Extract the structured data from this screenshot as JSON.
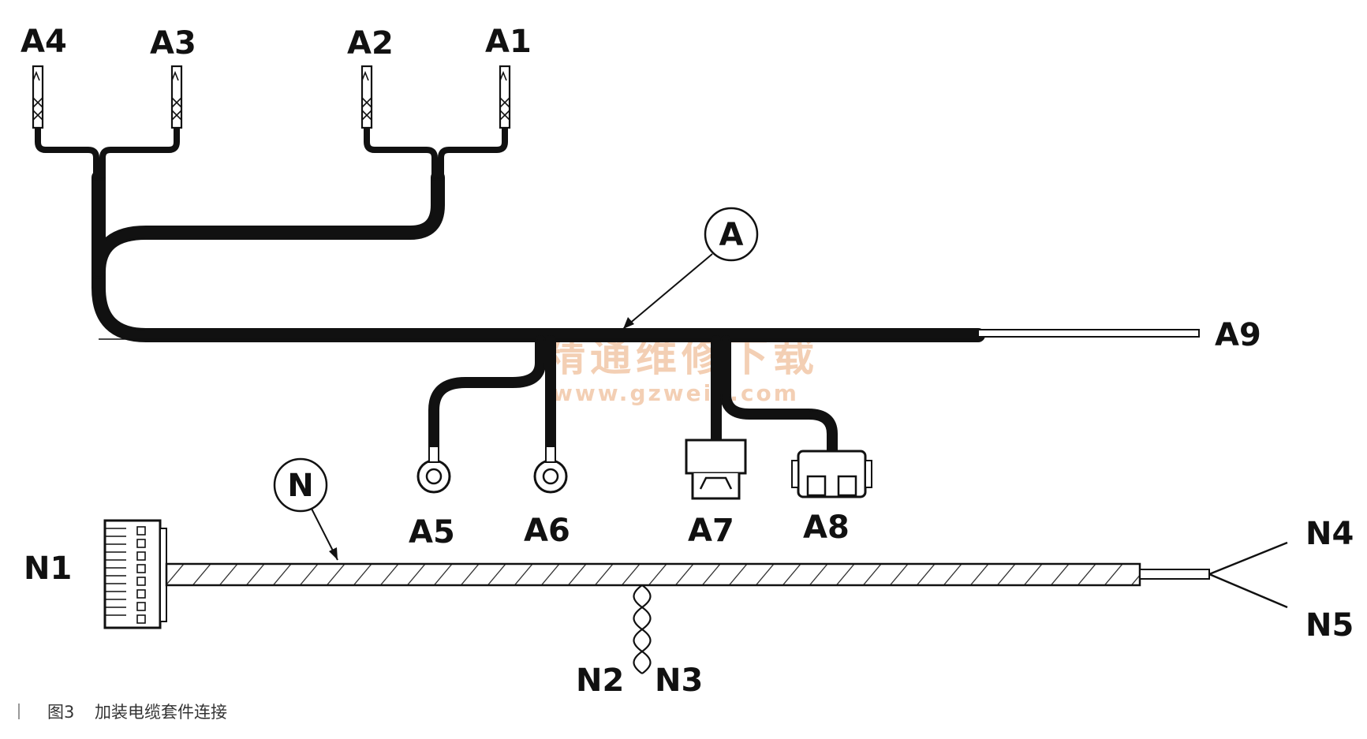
{
  "figure": {
    "caption_number": "图3",
    "caption_text": "加装电缆套件连接"
  },
  "watermark": {
    "line1": "精通维修下载",
    "line2": "www.gzweix.com"
  },
  "harness_a": {
    "callout": "A",
    "labels": {
      "a1": "A1",
      "a2": "A2",
      "a3": "A3",
      "a4": "A4",
      "a5": "A5",
      "a6": "A6",
      "a7": "A7",
      "a8": "A8",
      "a9": "A9"
    }
  },
  "harness_n": {
    "callout": "N",
    "labels": {
      "n1": "N1",
      "n2": "N2",
      "n3": "N3",
      "n4": "N4",
      "n5": "N5"
    }
  }
}
